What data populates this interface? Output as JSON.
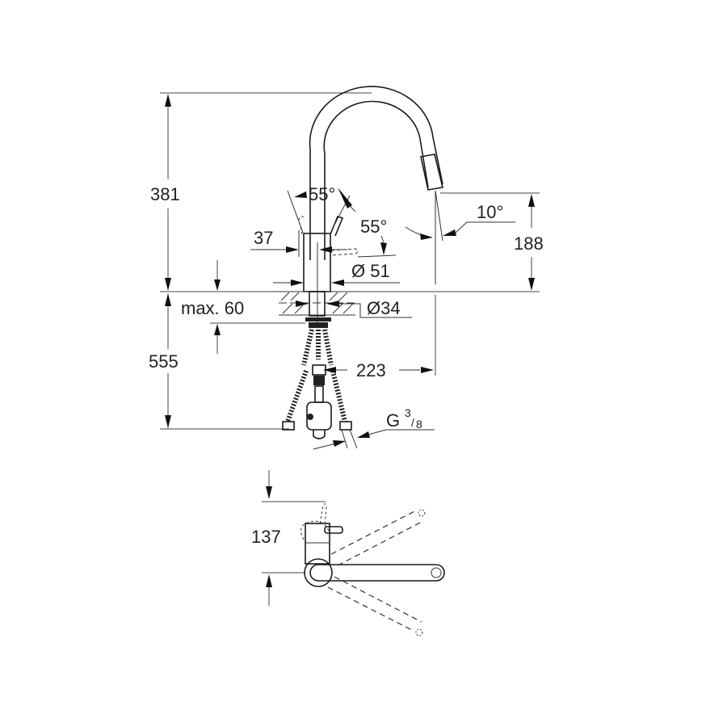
{
  "drawing": {
    "title": "Kitchen faucet technical drawing",
    "units": "mm",
    "dimensions": {
      "total_height": "381",
      "spout_height": "188",
      "spout_angle": "10°",
      "lever_angle_left": "55°",
      "lever_angle_right": "55°",
      "body_offset": "37",
      "base_diameter": "Ø 51",
      "hole_diameter": "Ø34",
      "max_countertop": "max. 60",
      "below_counter_length": "555",
      "spout_reach": "223",
      "connection_thread_main": "G",
      "connection_thread_num": "3",
      "connection_thread_den": "8",
      "swivel_offset": "137"
    }
  }
}
